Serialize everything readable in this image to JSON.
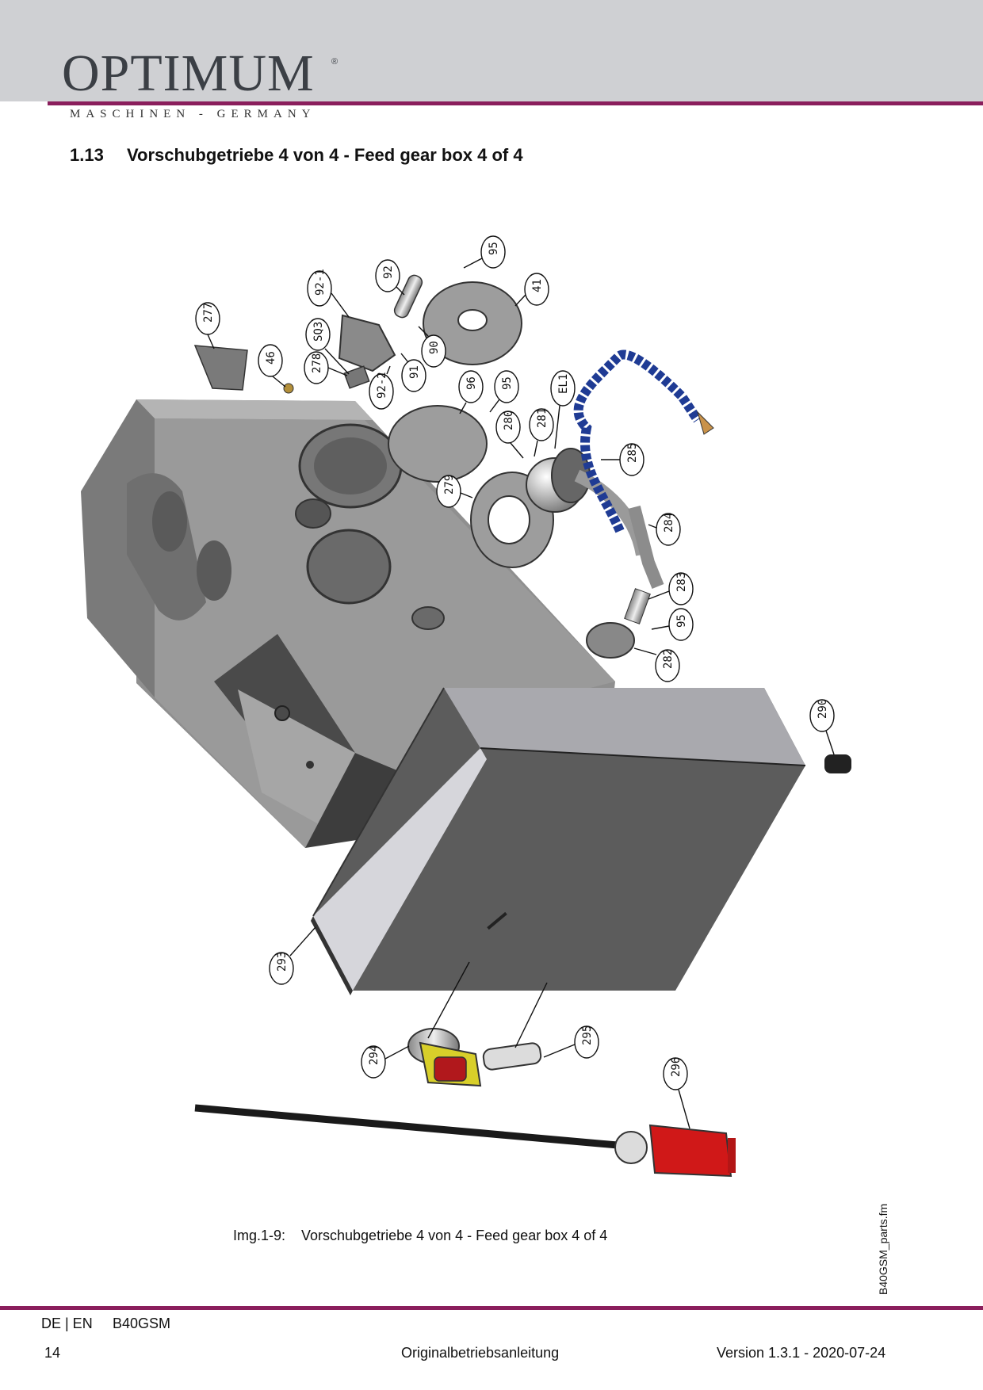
{
  "header": {
    "brand": "OPTIMUM",
    "registered": "®",
    "tagline": "MASCHINEN - GERMANY"
  },
  "section": {
    "number": "1.13",
    "title": "Vorschubgetriebe 4 von 4 - Feed gear box 4 of 4"
  },
  "figure": {
    "label": "Img.1-9:",
    "caption": "Vorschubgetriebe 4 von 4 - Feed gear box 4 of 4",
    "callouts": [
      "277",
      "46",
      "278",
      "SQ3",
      "92-1",
      "92",
      "95",
      "41",
      "90",
      "91",
      "92-2",
      "96",
      "95",
      "EL1",
      "280",
      "281",
      "285",
      "279",
      "284",
      "283",
      "95",
      "282",
      "290",
      "293",
      "294",
      "295",
      "296"
    ]
  },
  "side_file": "B40GSM_parts.fm",
  "footer": {
    "languages": "DE | EN",
    "model": "B40GSM",
    "page": "14",
    "doc_type": "Originalbetriebsanleitung",
    "version": "Version 1.3.1 - 2020-07-24"
  },
  "colors": {
    "accent": "#8a1e5c",
    "header_band": "#cfd0d3"
  }
}
